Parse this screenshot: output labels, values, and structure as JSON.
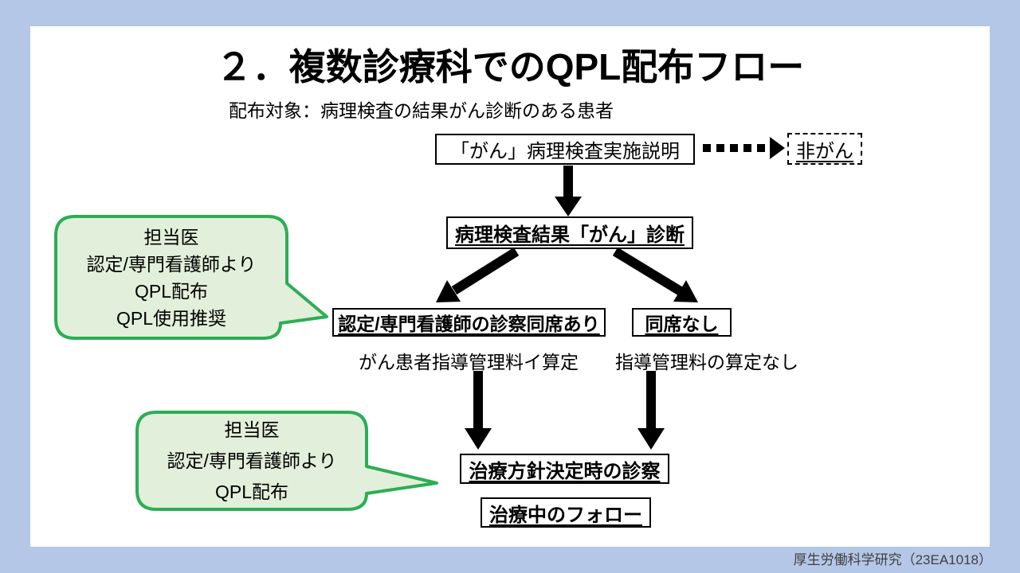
{
  "slide": {
    "title": "２．複数診療科でのQPL配布フロー",
    "subtitle": "配布対象：病理検査の結果がん診断のある患者",
    "footer": "厚生労働科学研究（23EA1018）"
  },
  "flowchart": {
    "pathology_explain": "「がん」病理検査実施説明",
    "non_cancer": "非がん",
    "cancer_diagnosis": "病理検査結果「がん」診断",
    "nurse_present": "認定/専門看護師の診察同席あり",
    "nurse_absent": "同席なし",
    "fee_present": "がん患者指導管理料イ算定",
    "fee_absent": "指導管理料の算定なし",
    "treatment_policy": "治療方針決定時の診察",
    "follow_up": "治療中のフォロー"
  },
  "callouts": {
    "upper": {
      "line1": "担当医",
      "line2": "認定/専門看護師より",
      "line3": "QPL配布",
      "line4": "QPL使用推奨"
    },
    "lower": {
      "line1": "担当医",
      "line2": "認定/専門看護師より",
      "line3": "QPL配布"
    }
  },
  "colors": {
    "background": "#B4C7E7",
    "slide_background": "#FFFFFF",
    "callout_fill": "#E2EFDA",
    "callout_border": "#2BAE54",
    "box_border": "#000000",
    "arrow": "#000000",
    "footer_text": "#404040"
  }
}
